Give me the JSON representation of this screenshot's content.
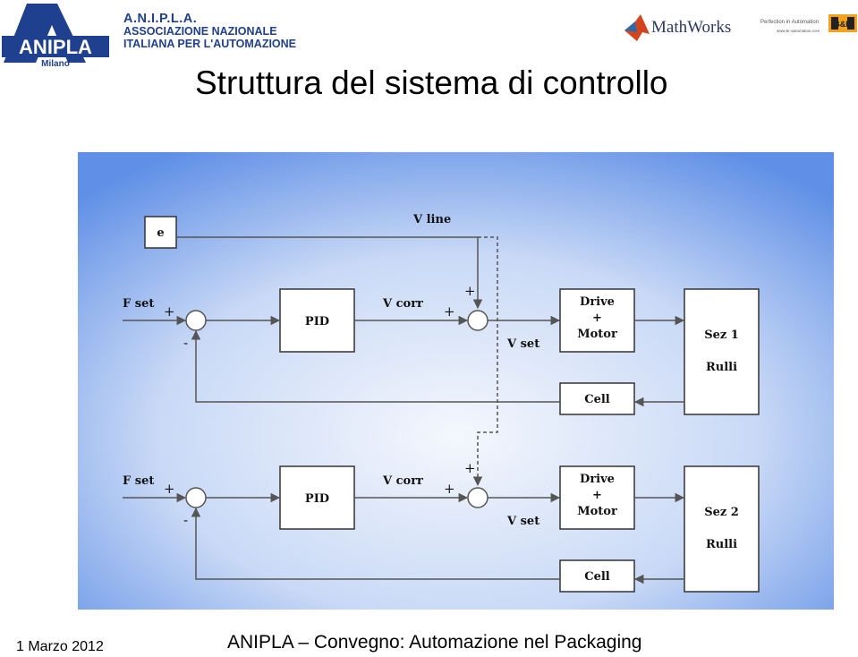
{
  "header": {
    "anipla_logo": {
      "name": "ANIPLA",
      "city": "Milano"
    },
    "anipla_org": {
      "acronym": "A.N.I.P.L.A.",
      "line1": "ASSOCIAZIONE NAZIONALE",
      "line2": "ITALIANA PER L'AUTOMAZIONE"
    },
    "mathworks_logo": "MathWorks",
    "br_logo": {
      "tagline": "Perfection in Automation",
      "url": "www.br-automation.com",
      "mark": "B&R"
    }
  },
  "title": "Struttura del sistema di controllo",
  "diagram": {
    "disturbance_block": "e",
    "v_line_label": "V line",
    "loops": [
      {
        "f_set": "F set",
        "sum1_plus": "+",
        "sum1_minus": "-",
        "pid": "PID",
        "v_corr": "V corr",
        "sum2_plus_top": "+",
        "sum2_plus_left": "+",
        "v_set": "V set",
        "drive_lines": [
          "Drive",
          "+",
          "Motor"
        ],
        "section_lines": [
          "Sez 1",
          "Rulli"
        ],
        "cell": "Cell"
      },
      {
        "f_set": "F set",
        "sum1_plus": "+",
        "sum1_minus": "-",
        "pid": "PID",
        "v_corr": "V corr",
        "sum2_plus_top": "+",
        "sum2_plus_left": "+",
        "v_set": "V set",
        "drive_lines": [
          "Drive",
          "+",
          "Motor"
        ],
        "section_lines": [
          "Sez 2",
          "Rulli"
        ],
        "cell": "Cell"
      }
    ],
    "colors": {
      "panel_center": "#f4f7fd",
      "panel_edge": "#5f8fe6",
      "line": "#555555"
    }
  },
  "footer": {
    "date": "1 Marzo 2012",
    "event": "ANIPLA – Convegno: Automazione nel Packaging"
  }
}
